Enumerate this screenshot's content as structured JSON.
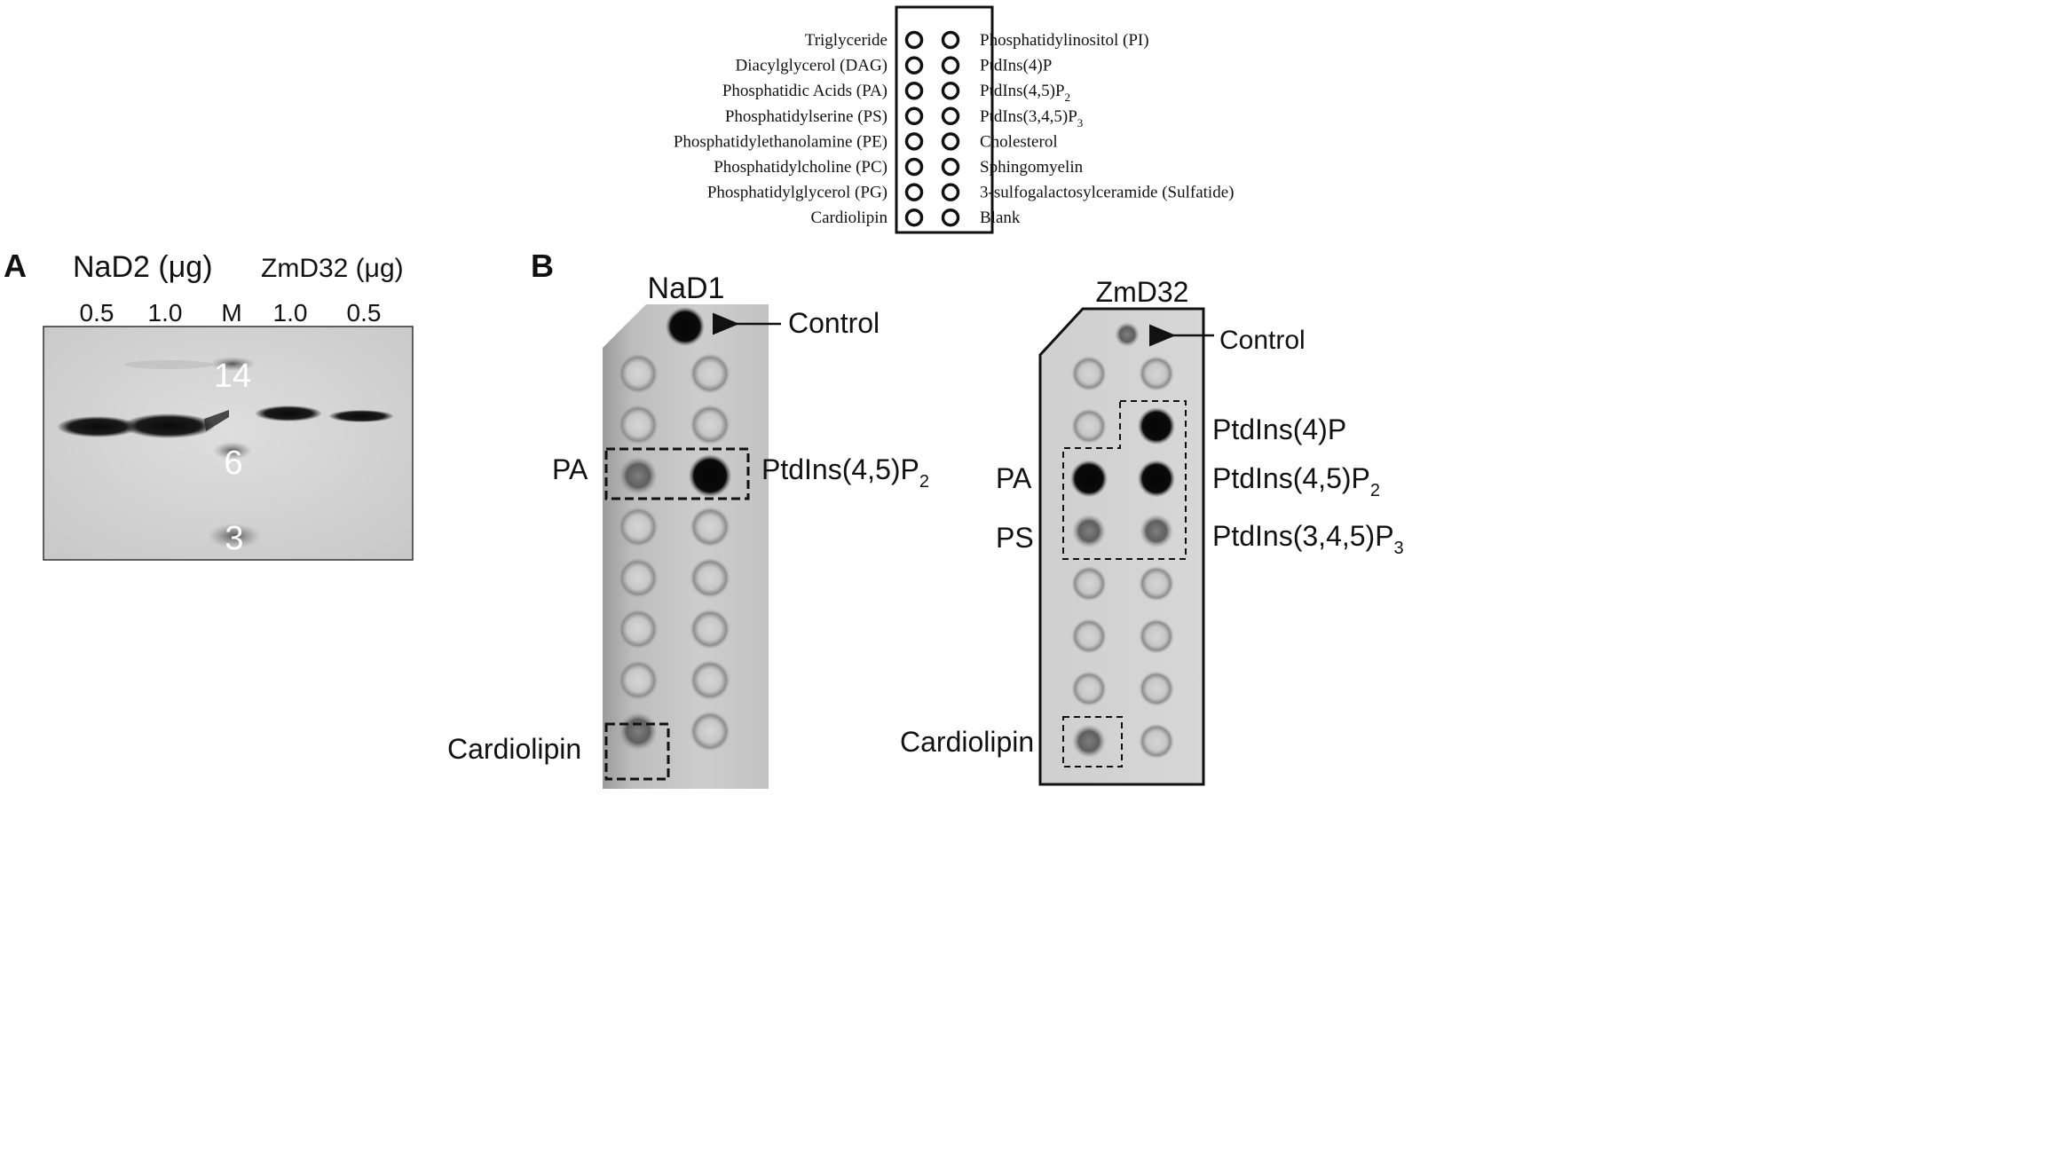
{
  "layout_key": {
    "left_labels": [
      "Triglyceride",
      "Diacylglycerol (DAG)",
      "Phosphatidic Acids (PA)",
      "Phosphatidylserine (PS)",
      "Phosphatidylethanolamine (PE)",
      "Phosphatidylcholine (PC)",
      "Phosphatidylglycerol (PG)",
      "Cardiolipin"
    ],
    "right_labels": [
      "Phosphatidylinositol (PI)",
      "PtdIns(4)P",
      "PtdIns(4,5)P",
      "PtdIns(3,4,5)P",
      "Cholesterol",
      "Sphingomyelin",
      "3-sulfogalactosylceramide (Sulfatide)",
      "Blank"
    ],
    "right_subscripts": [
      "",
      "",
      "2",
      "3",
      "",
      "",
      "",
      ""
    ]
  },
  "panel_a": {
    "label": "A",
    "group1_label": "NaD2 (μg)",
    "group2_label": "ZmD32 (μg)",
    "lane_labels": [
      "0.5",
      "1.0",
      "M",
      "1.0",
      "0.5"
    ],
    "marker_labels": [
      "14",
      "6",
      "3"
    ]
  },
  "panel_b": {
    "label": "B",
    "strips": [
      {
        "title": "NaD1",
        "control_label": "Control",
        "left_annotations": [
          "PA",
          "Cardiolipin"
        ],
        "right_annotations": [
          {
            "text": "PtdIns(4,5)P",
            "sub": "2"
          }
        ]
      },
      {
        "title": "ZmD32",
        "control_label": "Control",
        "left_annotations": [
          "PA",
          "PS",
          "Cardiolipin"
        ],
        "right_annotations": [
          {
            "text": "PtdIns(4)P",
            "sub": ""
          },
          {
            "text": "PtdIns(4,5)P",
            "sub": "2"
          },
          {
            "text": "PtdIns(3,4,5)P",
            "sub": "3"
          }
        ]
      }
    ]
  },
  "colors": {
    "membrane": "#c3c3c3",
    "gel": "#d4d4d4",
    "band": "#0d0d0d",
    "ink": "#111111"
  }
}
